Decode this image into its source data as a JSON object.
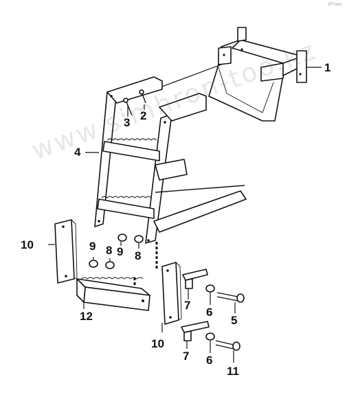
{
  "watermark_text": "www.simhron-too.kz",
  "corner_code": "AT^ooo",
  "callouts": {
    "c1": "1",
    "c2": "2",
    "c3": "3",
    "c4": "4",
    "c5": "5",
    "c6a": "6",
    "c6b": "6",
    "c7a": "7",
    "c7b": "7",
    "c8a": "8",
    "c8b": "8",
    "c9a": "9",
    "c9b": "9",
    "c10a": "10",
    "c10b": "10",
    "c11": "11",
    "c12": "12"
  }
}
